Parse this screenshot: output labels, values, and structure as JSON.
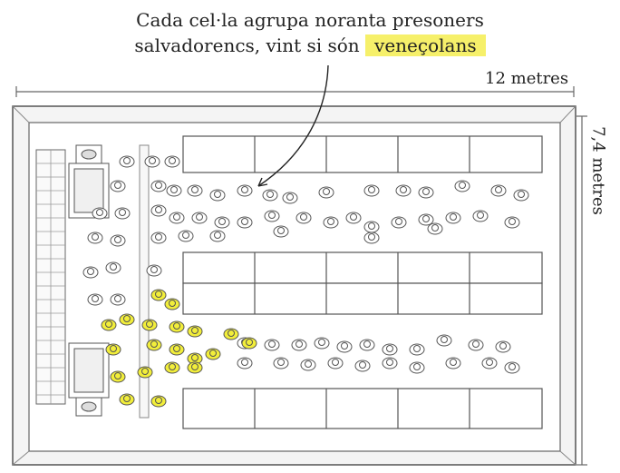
{
  "annotation": {
    "line1": "Cada cel·la agrupa noranta presoners",
    "line2_prefix": "salvadorencs, vint si són ",
    "line2_highlight": "veneçolans"
  },
  "dimensions": {
    "width": "12 metres",
    "height": "7,4 metres"
  },
  "colors": {
    "highlight": "#f6f06a",
    "venezuelan_prisoner": "#f2ee3a",
    "salvadoran_prisoner": "#ffffff",
    "outline": "#555555"
  },
  "counts": {
    "salvadoran_prisoners_per_cell": 90,
    "venezuelan_prisoners_per_cell": 20
  }
}
